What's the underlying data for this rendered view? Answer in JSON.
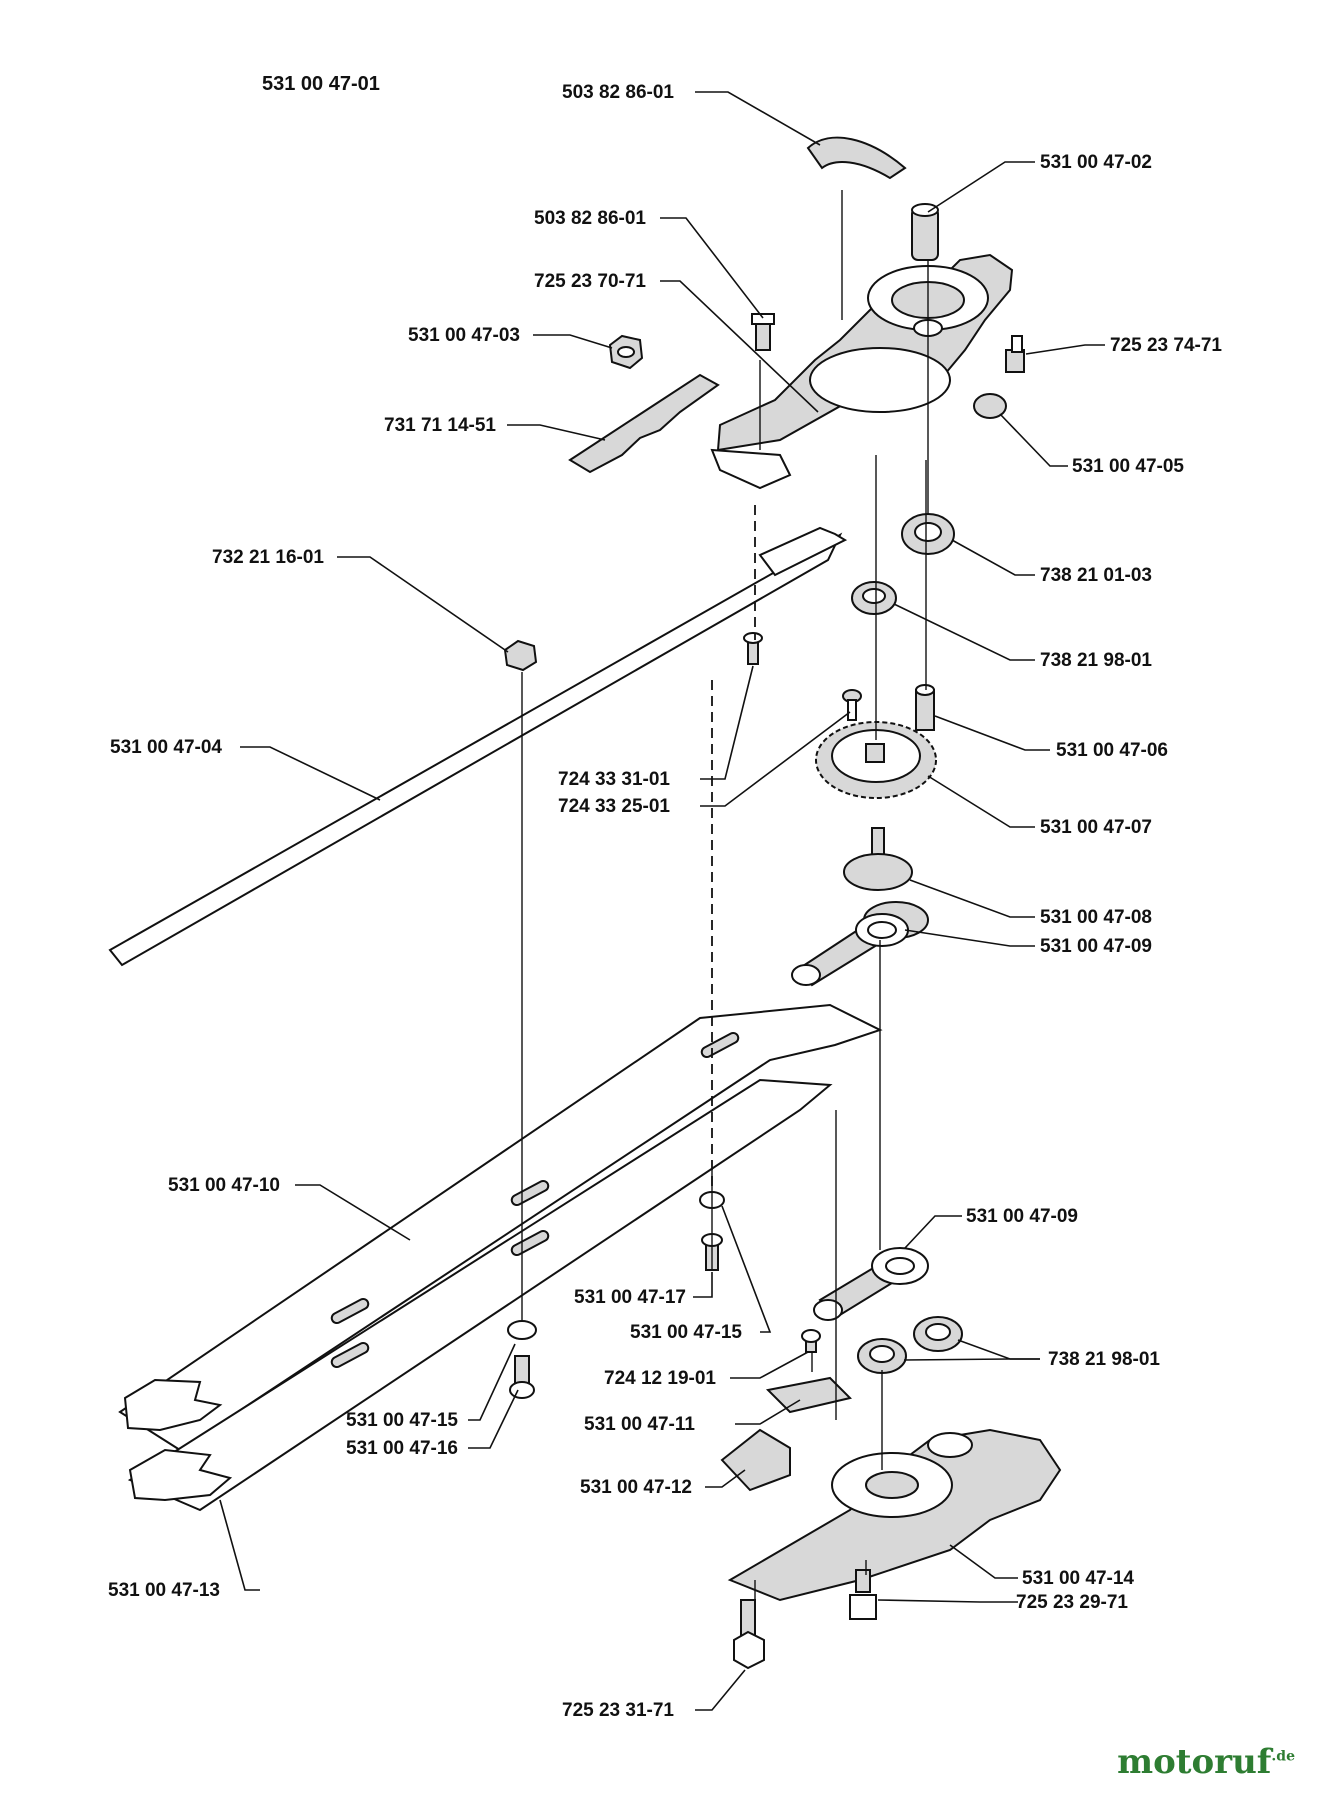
{
  "diagram": {
    "assembly_number": "531 00 47-01",
    "parts": [
      "503 82 86-01",
      "531 00 47-02",
      "503 82 86-01",
      "725 23 70-71",
      "531 00 47-03",
      "725 23 74-71",
      "731 71 14-51",
      "531 00 47-05",
      "732 21 16-01",
      "738 21 01-03",
      "738 21 98-01",
      "531 00 47-04",
      "531 00 47-06",
      "724 33 31-01",
      "724 33 25-01",
      "531 00 47-07",
      "531 00 47-08",
      "531 00 47-09",
      "531 00 47-10",
      "531 00 47-09",
      "531 00 47-17",
      "531 00 47-15",
      "738 21 98-01",
      "724 12 19-01",
      "531 00 47-15",
      "531 00 47-11",
      "531 00 47-16",
      "531 00 47-12",
      "531 00 47-13",
      "531 00 47-14",
      "725 23 29-71",
      "725 23 31-71"
    ]
  },
  "watermark": {
    "text": "motoruf",
    "suffix": ".de",
    "color": "#2e7d32"
  }
}
